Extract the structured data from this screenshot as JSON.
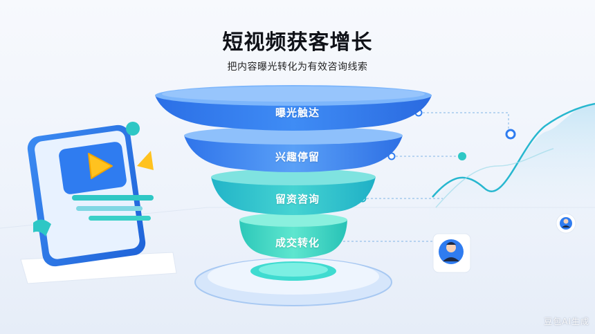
{
  "title": "短视频获客增长",
  "subtitle": "把内容曝光转化为有效咨询线索",
  "funnel": {
    "tiers": [
      {
        "label": "曝光触达",
        "color": "#2f7cf0"
      },
      {
        "label": "兴趣停留",
        "color": "#3a8ef3"
      },
      {
        "label": "留资咨询",
        "color": "#2ec7c5"
      },
      {
        "label": "成交转化",
        "color": "#3dd9c2"
      }
    ]
  },
  "icons": [
    "phone-icon",
    "play-icon",
    "user-avatar-icon",
    "trend-line-icon"
  ],
  "watermark": "豆包AI生成"
}
